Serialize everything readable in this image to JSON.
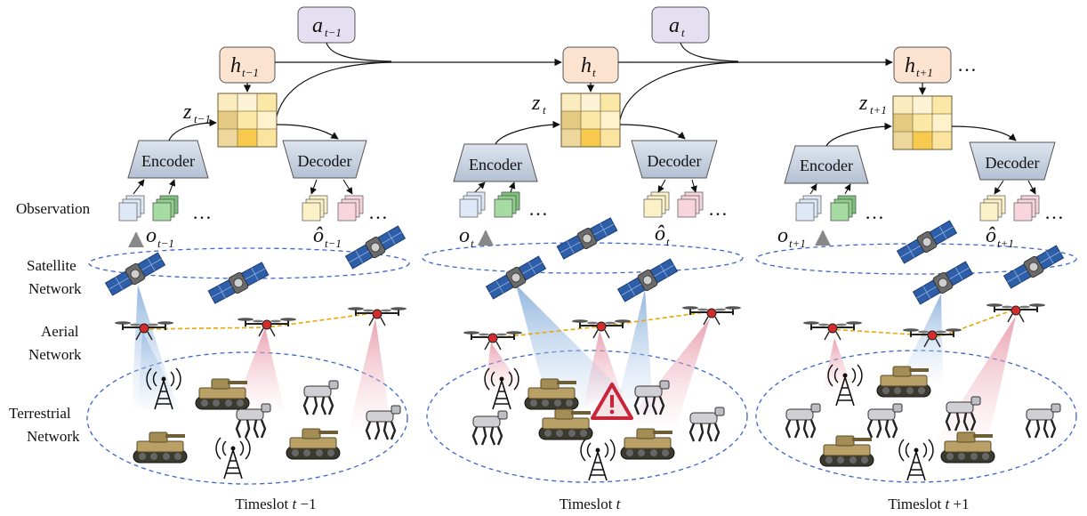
{
  "layers": {
    "observation": "Observation",
    "satellite_1": "Satellite",
    "satellite_2": "Network",
    "aerial_1": "Aerial",
    "aerial_2": "Network",
    "terrestrial_1": "Terrestrial",
    "terrestrial_2": "Network"
  },
  "blocks": {
    "encoder": "Encoder",
    "decoder": "Decoder"
  },
  "ellipsis": "…",
  "timeslots": [
    {
      "label": "Timeslot",
      "t": "t",
      "suffix": " −1",
      "h": "h",
      "h_sub": "t−1",
      "z": "z",
      "z_sub": "t−1",
      "o": "o",
      "o_sub": "t−1",
      "ohat": "ô",
      "ohat_sub": "t−1"
    },
    {
      "label": "Timeslot",
      "t": "t",
      "suffix": "",
      "h": "h",
      "h_sub": "t",
      "z": "z",
      "z_sub": "t",
      "o": "o",
      "o_sub": "t",
      "ohat": "ô",
      "ohat_sub": "t"
    },
    {
      "label": "Timeslot",
      "t": "t",
      "suffix": " +1",
      "h": "h",
      "h_sub": "t+1",
      "z": "z",
      "z_sub": "t+1",
      "o": "o",
      "o_sub": "t+1",
      "ohat": "ô",
      "ohat_sub": "t+1"
    }
  ],
  "actions": [
    {
      "a": "a",
      "sub": "t−1"
    },
    {
      "a": "a",
      "sub": "t"
    }
  ],
  "colors": {
    "h_box": "#fbe3d0",
    "action_box": "#e4e0f2",
    "encoder": "#c9d3e0",
    "ellipse": "#3a66c8",
    "beam_blue": "#8fb4dc",
    "beam_red": "#e9a2b0",
    "link_yellow": "#e8a800",
    "alert_red": "#c9243a"
  }
}
